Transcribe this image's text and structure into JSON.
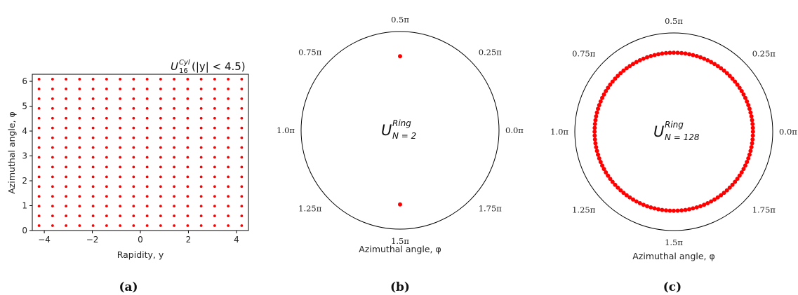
{
  "colors": {
    "point": "#ff0000",
    "axis": "#000000"
  },
  "chart_data": [
    {
      "type": "scatter",
      "panel": "(a)",
      "title": {
        "base": "U",
        "sup": "Cyl",
        "sub": "16",
        "condition": "(|y| < 4.5)"
      },
      "xlabel": "Rapidity, y",
      "ylabel": "Azimuthal angle, φ",
      "xlim": [
        -4.5,
        4.5
      ],
      "ylim": [
        0,
        6.283
      ],
      "xticks": [
        -4,
        -2,
        0,
        2,
        4
      ],
      "xtick_labels": [
        "−4",
        "−2",
        "0",
        "2",
        "4"
      ],
      "yticks": [
        0,
        1,
        2,
        3,
        4,
        5,
        6
      ],
      "ytick_labels": [
        "0",
        "1",
        "2",
        "3",
        "4",
        "5",
        "6"
      ],
      "grid": false,
      "x_points": [
        -4.21875,
        -3.65625,
        -3.09375,
        -2.53125,
        -1.96875,
        -1.40625,
        -0.84375,
        -0.28125,
        0.28125,
        0.84375,
        1.40625,
        1.96875,
        2.53125,
        3.09375,
        3.65625,
        4.21875
      ],
      "y_points": [
        0.19635,
        0.589,
        0.9817,
        1.3744,
        1.7671,
        2.1598,
        2.5525,
        2.9452,
        3.3379,
        3.7306,
        4.1233,
        4.516,
        4.9087,
        5.3014,
        5.6941,
        6.0868
      ]
    },
    {
      "type": "scatter",
      "panel": "(b)",
      "projection": "polar",
      "label": {
        "base": "U",
        "sup": "Ring",
        "sub": "N = 2"
      },
      "xlabel": "Azimuthal angle, φ",
      "angle_labels": [
        "0.0π",
        "0.25π",
        "0.5π",
        "0.75π",
        "1.0π",
        "1.25π",
        "1.5π",
        "1.75π"
      ],
      "radius": 0.75,
      "n_points": 2,
      "point_angles_pi": [
        0.5,
        1.5
      ]
    },
    {
      "type": "scatter",
      "panel": "(c)",
      "projection": "polar",
      "label": {
        "base": "U",
        "sup": "Ring",
        "sub": "N = 128"
      },
      "xlabel": "Azimuthal angle, φ",
      "angle_labels": [
        "0.0π",
        "0.25π",
        "0.5π",
        "0.75π",
        "1.0π",
        "1.25π",
        "1.5π",
        "1.75π"
      ],
      "radius": 0.8,
      "n_points": 128
    }
  ],
  "captions": [
    "(a)",
    "(b)",
    "(c)"
  ]
}
